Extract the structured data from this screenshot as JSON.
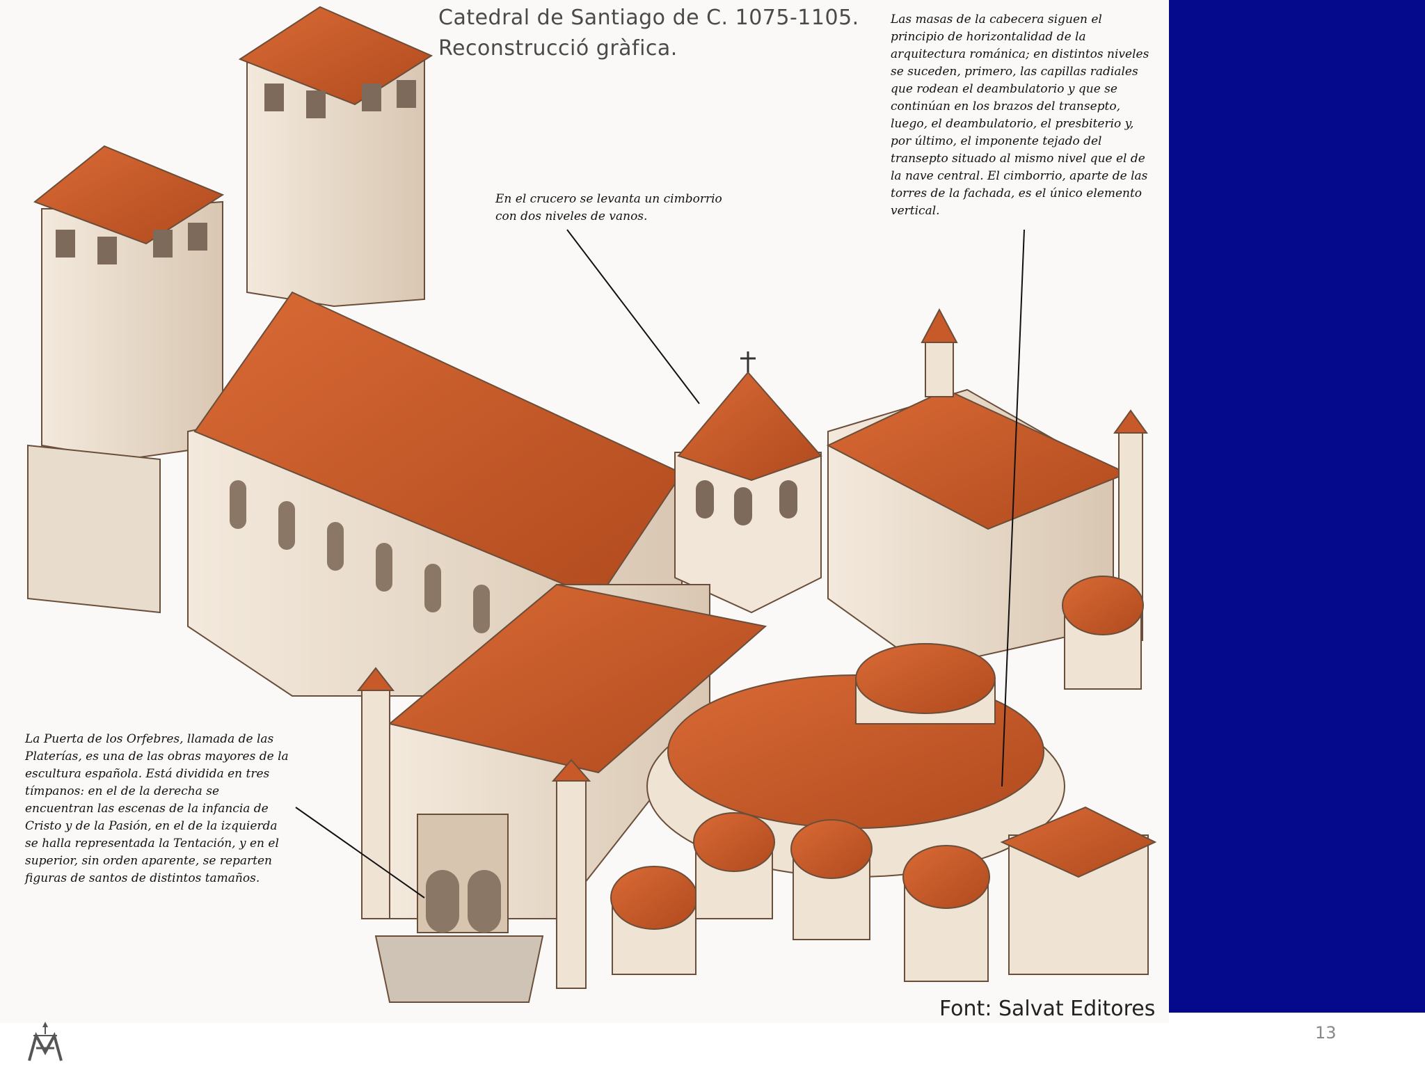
{
  "title": {
    "line1": "Catedral de Santiago de C. 1075-1105.",
    "line2": "Reconstrucció gràfica."
  },
  "notes": {
    "top_right": "Las masas de la cabecera siguen el principio de horizontalidad de la arquitectura románica; en distintos niveles se suceden, primero, las capillas radiales que rodean el deambulatorio y que se continúan en los brazos del transepto, luego, el deambulatorio, el presbiterio y, por último, el imponente tejado del transepto situado al mismo nivel que el de la nave central. El cimborrio, aparte de las torres de la fachada, es el único elemento vertical.",
    "middle": "En el crucero se levanta un cimborrio con dos niveles de vanos.",
    "bottom_left": "La Puerta de los Orfebres, llamada de las Platerías, es una de las obras mayores de la escultura española. Está dividida en tres tímpanos: en el de la derecha se encuentran las escenas de la infancia de Cristo y de la Pasión, en el de la izquierda se halla representada la Tentación, y en el superior, sin orden aparente, se reparten figuras de santos de distintos tamaños."
  },
  "credit": "Font: Salvat Editores",
  "page_number": "13",
  "colors": {
    "panel_blue": "#050a8c",
    "roof": "#c85a2a",
    "wall": "#efe3d4"
  },
  "icons": {
    "logo": "monogram-logo"
  }
}
